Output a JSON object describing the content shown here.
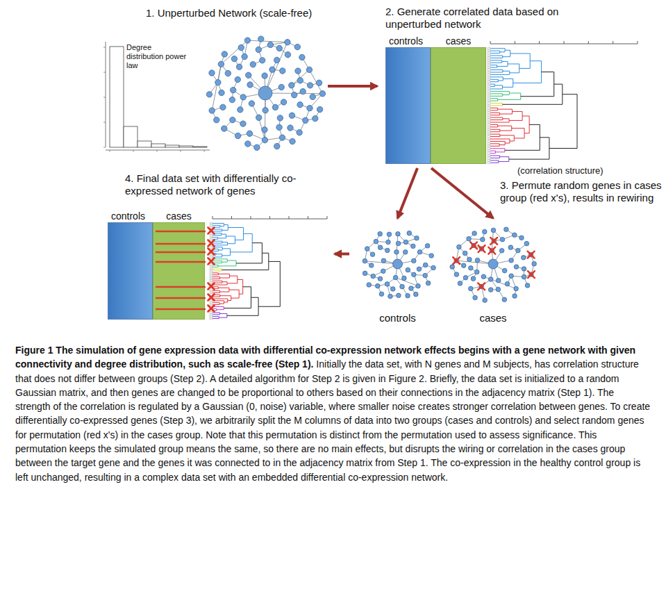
{
  "diagram": {
    "caption": "Figure 1 The simulation of gene expression data with differential co-expression network effects begins with a gene network with given connectivity and degree distribution, such as scale-free (Step 1). Initially the data set, with N genes and M subjects, has correlation structure that does not differ between groups (Step 2). A detailed algorithm for Step 2 is given in Figure 2. Briefly, the data set is initialized to a random Gaussian matrix, and then genes are changed to be proportional to others based on their connections in the adjacency matrix (Step 1). The strength of the correlation is regulated by a Gaussian (0, noise) variable, where smaller noise creates stronger correlation between genes. To create differentially co-expressed genes (Step 3), we arbitrarily split the M columns of data into two groups (cases and controls) and select random genes for permutation (red x's) in the cases group. Note that this permutation is distinct from the permutation used to assess significance. This permutation keeps the simulated group means the same, so there are no main effects, but disrupts the wiring or correlation in the cases group between the target gene and the genes it was connected to in the adjacency matrix from Step 1. The co-expression in the healthy control group is left unchanged, resulting in a complex data set with an embedded differential co-expression network.",
    "nodes": [
      {
        "text": [
          "1. Unperturbed Network (scale-free)"
        ]
      },
      {
        "text": [
          "2. Generate correlated data based on unperturbed network"
        ]
      },
      {
        "text": [
          "controls"
        ],
        "in": 1
      },
      {
        "text": [
          "cases"
        ],
        "in": 1
      },
      {
        "text": [
          "3. Permute random genes in cases group (red x's), results in rewiring"
        ]
      },
      {
        "text": [
          "controls"
        ],
        "in": 4
      },
      {
        "text": [
          "cases"
        ],
        "in": 4
      },
      {
        "text": [
          "4. Final data set with differentially co-expressed network of genes"
        ]
      },
      {
        "text": [
          "controls"
        ],
        "in": 7
      },
      {
        "text": [
          "cases"
        ],
        "in": 7
      }
    ],
    "edges": [
      {
        "from": 0,
        "to": 1,
        "arrow": "to"
      },
      {
        "from": 1,
        "to": 5,
        "arrow": "to"
      },
      {
        "from": 1,
        "to": 6,
        "arrow": "to"
      },
      {
        "from": 4,
        "to": 7,
        "arrow": "to"
      }
    ],
    "labels": [
      "Degree distribution power law",
      "(correlation structure)"
    ]
  }
}
